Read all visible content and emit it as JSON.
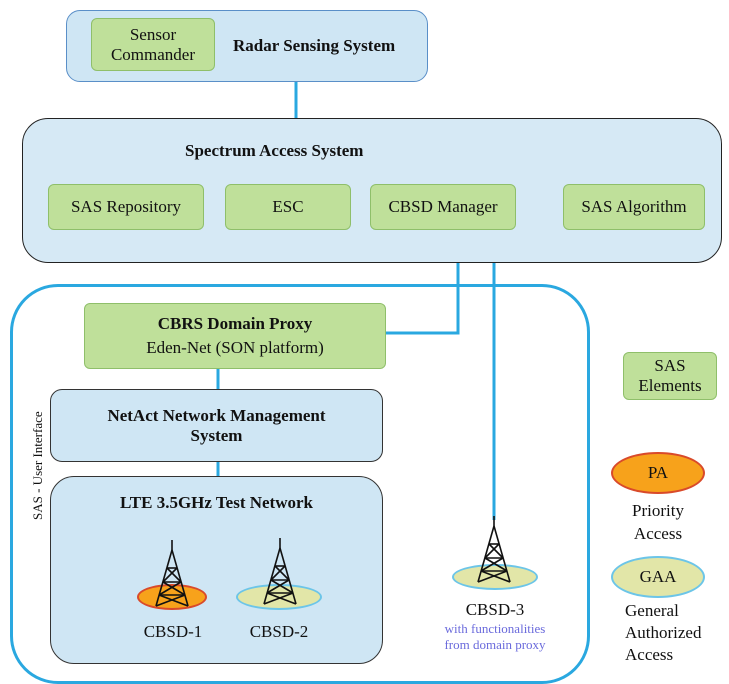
{
  "radar": {
    "title": "Radar Sensing System",
    "sensor_commander": "Sensor\nCommander"
  },
  "sas": {
    "title": "Spectrum Access System",
    "repository": "SAS Repository",
    "esc": "ESC",
    "cbsd_manager": "CBSD Manager",
    "algorithm": "SAS Algorithm"
  },
  "user_interface": {
    "side_label": "SAS - User Interface",
    "domain_proxy_title": "CBRS Domain Proxy",
    "domain_proxy_sub": "Eden-Net (SON platform)",
    "netact": "NetAct Network Management\nSystem",
    "lte_title": "LTE 3.5GHz Test Network",
    "cbsd1": "CBSD-1",
    "cbsd2": "CBSD-2",
    "cbsd3": "CBSD-3",
    "cbsd3_note": "with functionalities\nfrom domain proxy"
  },
  "legend": {
    "sas_elements": "SAS\nElements",
    "pa": "PA",
    "pa_label": "Priority\nAccess",
    "gaa": "GAA",
    "gaa_label": "General\nAuthorized\nAccess"
  },
  "colors": {
    "line": "#2aa8e0",
    "green": "#bfe09a",
    "blue": "#cfe6f4",
    "pa_fill": "#f7a21b",
    "pa_border": "#d94a2a",
    "gaa_fill": "#e2e6a8",
    "gaa_border": "#6cc5e8"
  },
  "icons": [
    "tower-icon"
  ]
}
